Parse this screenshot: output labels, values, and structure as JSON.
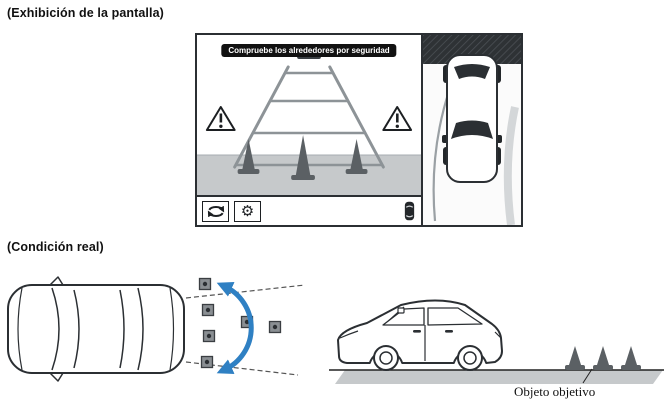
{
  "labels": {
    "screen_display": "(Exhibición de la pantalla)",
    "real_condition": "(Condición real)",
    "target_object": "Objeto objetivo"
  },
  "screen": {
    "warning_banner": "Compruebe los alrededores por seguridad",
    "toolbar_icons": [
      "view-switch",
      "settings",
      "vehicle-status"
    ]
  },
  "colors": {
    "accent_blue": "#2f80c3",
    "cone_gray": "#5b6064",
    "ground_gray": "#c6c9cb",
    "banner_bg": "#111111",
    "dark_band": "#2e3235",
    "guide_gray": "#8d9397"
  }
}
